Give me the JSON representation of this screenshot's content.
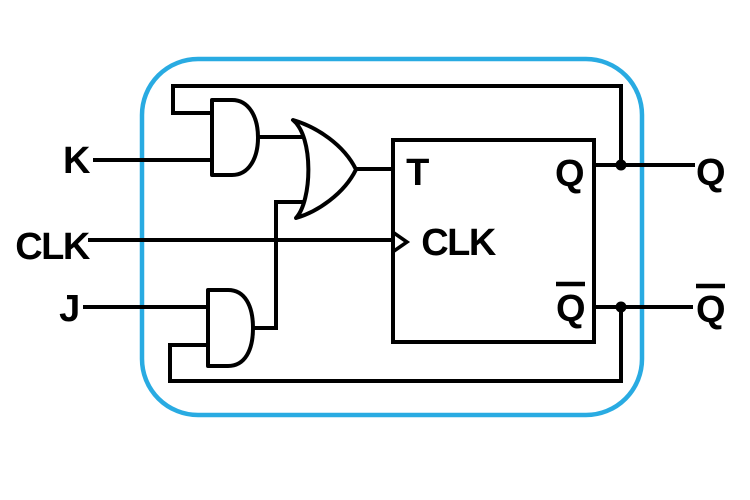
{
  "colors": {
    "background": "#ffffff",
    "wire": "#000000",
    "text": "#000000",
    "enclosure_border": "#29abe2"
  },
  "inputs": {
    "k_label": "K",
    "clk_label": "CLK",
    "j_label": "J"
  },
  "flipflop": {
    "t_label": "T",
    "clk_label": "CLK",
    "q_label": "Q",
    "qbar_label": "Q",
    "qbar_has_overbar": true
  },
  "outputs": {
    "q_label": "Q",
    "qbar_label": "Q",
    "qbar_has_overbar": true
  }
}
